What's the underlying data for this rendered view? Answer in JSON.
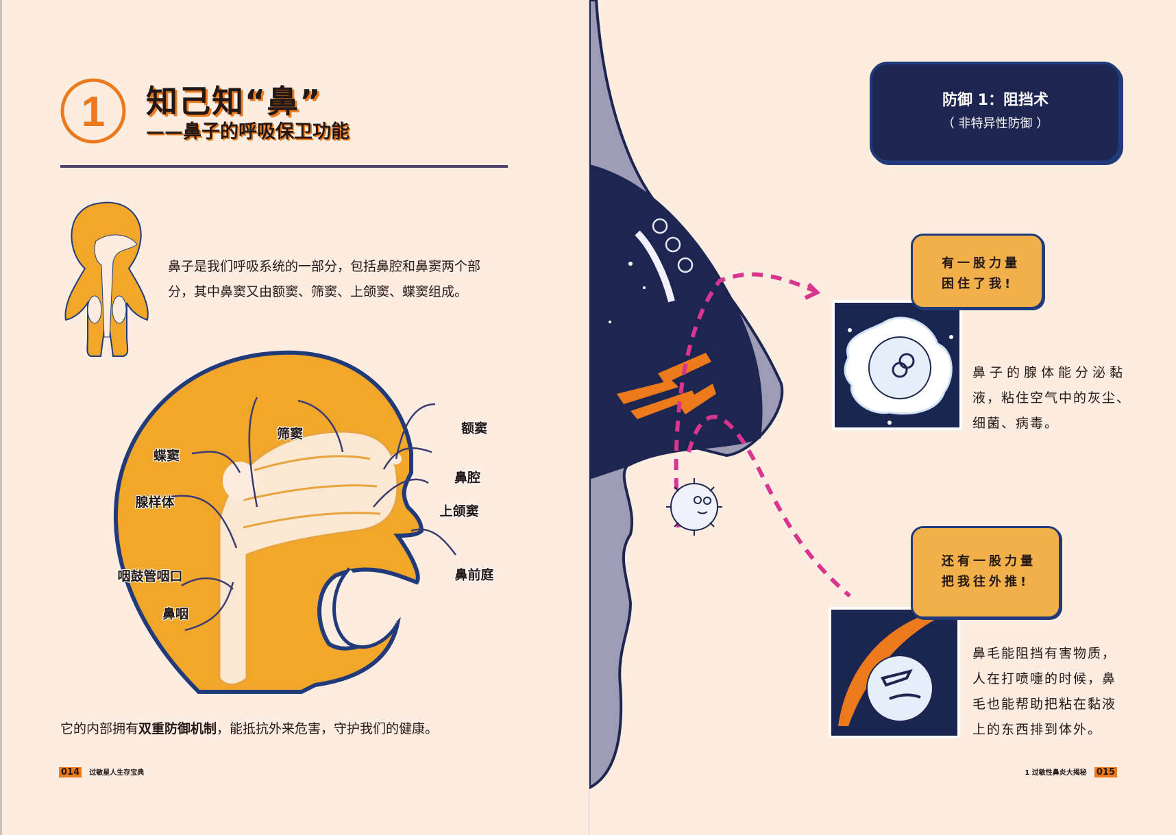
{
  "left_page": {
    "chapter_number": "1",
    "title": "知己知“鼻”",
    "subtitle": "——鼻子的呼吸保卫功能",
    "intro_lines": [
      "鼻子是我们呼吸系统的一部分，包括鼻腔和鼻窦两个部",
      "分，其中鼻窦又由额窦、筛窦、上颌窦、蝶窦组成。"
    ],
    "diagram_labels": {
      "sphenoid": "蝶窦",
      "ethmoid": "筛窦",
      "frontal": "额窦",
      "nasal_cavity": "鼻腔",
      "maxillary": "上颌窦",
      "adenoid": "腺样体",
      "vestibule": "鼻前庭",
      "eustachian": "咽鼓管咽口",
      "nasopharynx": "鼻咽"
    },
    "bottom_text": {
      "before": "它的内部拥有",
      "bold": "双重防御机制",
      "after": "，能抵抗外来危害，守护我们的健康。"
    },
    "footer": {
      "page": "014",
      "book": "过敏星人生存宝典"
    }
  },
  "right_page": {
    "defense_title": "防御 1：阻挡术",
    "defense_subtitle": "（ 非特异性防御 ）",
    "bubble1": [
      "有一股力量",
      "困住了我!"
    ],
    "text1": [
      "鼻子的腺体能分泌黏",
      "液，粘住空气中的灰尘、",
      "细菌、病毒。"
    ],
    "bubble2": [
      "还有一股力量",
      "把我往外推!"
    ],
    "text2": [
      "鼻毛能阻挡有害物质，",
      "人在打喷嚏的时候，鼻",
      "毛也能帮助把粘在黏液",
      "上的东西排到体外。"
    ],
    "footer": {
      "chapter": "1  过敏性鼻炎大揭秘",
      "page": "015"
    }
  },
  "colors": {
    "orange": "#f2a72b",
    "accent": "#ec7a1c",
    "navy": "#1d2650",
    "pink": "#d9358f",
    "paper": "#fdede1"
  }
}
